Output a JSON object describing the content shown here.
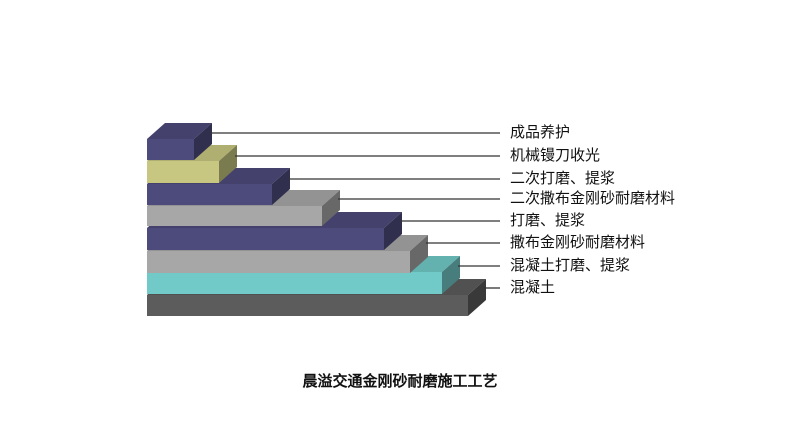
{
  "layers": [
    {
      "label": "成品养护",
      "color": "#4d4b7c"
    },
    {
      "label": "机械镘刀收光",
      "color": "#c7c781"
    },
    {
      "label": "二次打磨、提浆",
      "color": "#4d4b7c"
    },
    {
      "label": "二次撒布金刚砂耐磨材料",
      "color": "#a7a7a7"
    },
    {
      "label": "打磨、提浆",
      "color": "#4d4b7c"
    },
    {
      "label": "撒布金刚砂耐磨材料",
      "color": "#a7a7a7"
    },
    {
      "label": "混凝土打磨、提浆",
      "color": "#72cac8"
    },
    {
      "label": "混凝土",
      "color": "#5c5c5c"
    }
  ],
  "caption": "晨溢交通金刚砂耐磨施工工艺"
}
